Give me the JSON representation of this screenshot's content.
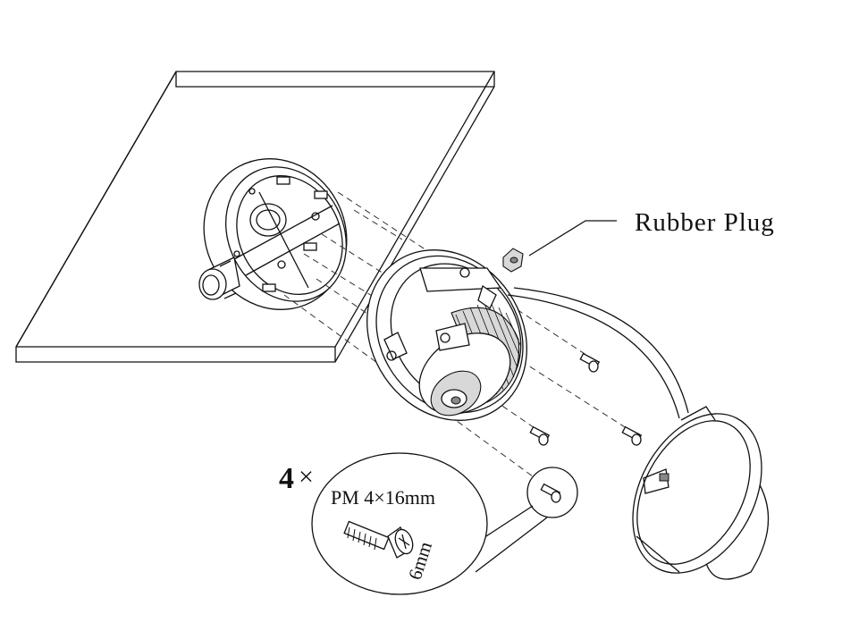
{
  "labels": {
    "rubber_plug": "Rubber Plug",
    "screw_count": "4",
    "times_symbol": "×",
    "screw_spec": "PM 4×16mm",
    "head_length": "6mm"
  }
}
